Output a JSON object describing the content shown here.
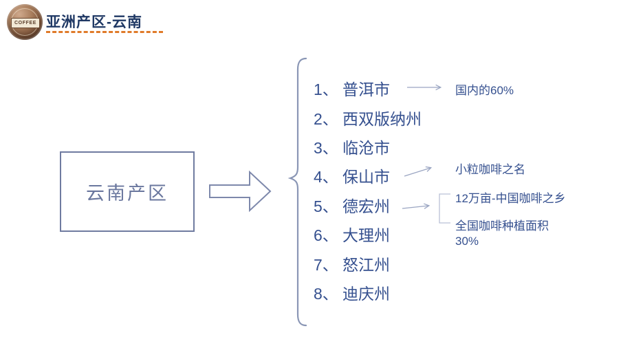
{
  "header": {
    "logo": {
      "icon": "coffee-logo-icon",
      "text": "COFFEE"
    },
    "title": "亚洲产区-云南",
    "underline_color": "#E07B2A"
  },
  "diagram": {
    "source_box": {
      "label": "云南产区"
    },
    "list": {
      "items": [
        {
          "index": "1、",
          "name": "普洱市"
        },
        {
          "index": "2、",
          "name": "西双版纳州"
        },
        {
          "index": "3、",
          "name": "临沧市"
        },
        {
          "index": "4、",
          "name": "保山市"
        },
        {
          "index": "5、",
          "name": "德宏州"
        },
        {
          "index": "6、",
          "name": "大理州"
        },
        {
          "index": "7、",
          "name": "怒江州"
        },
        {
          "index": "8、",
          "name": "迪庆州"
        }
      ]
    },
    "annotations": {
      "puer_note": "国内的60%",
      "baoshan_note": "小粒咖啡之名",
      "dehong_note_1": "12万亩-中国咖啡之乡",
      "dehong_note_2": "全国咖啡种植面积",
      "dehong_note_2b": "30%"
    },
    "icons": {
      "block_arrow": "block-arrow-right-icon",
      "brace": "left-curly-brace-icon",
      "thin_arrow": "thin-right-arrow-icon",
      "bracket": "square-bracket-icon"
    },
    "colors": {
      "title_navy": "#1F3864",
      "text_navy": "#35508F",
      "shape_outline": "#7D88AB",
      "connector": "#9AA5C2",
      "accent_orange": "#E07B2A"
    }
  }
}
